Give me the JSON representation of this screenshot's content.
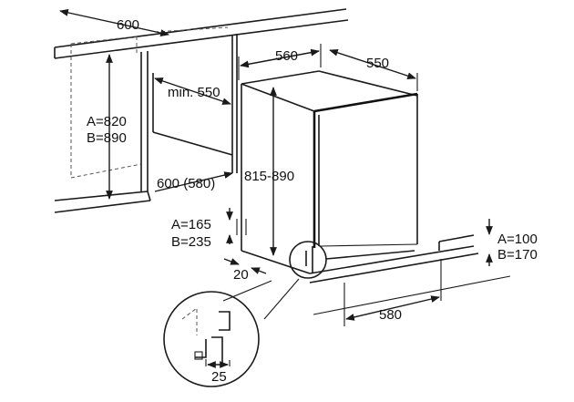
{
  "diagram": {
    "labels": {
      "width_top": "600",
      "cabinet_width": "560",
      "cabinet_depth": "550",
      "min_depth": "min. 550",
      "niche_a": "A=820",
      "niche_b": "B=890",
      "cabinet_height": "815-890",
      "niche_depth": "600 (580)",
      "plinth_a": "A=165",
      "plinth_b": "B=235",
      "gap": "20",
      "toe_a": "A=100",
      "toe_b": "B=170",
      "base_depth": "580",
      "detail_gap": "25"
    }
  }
}
